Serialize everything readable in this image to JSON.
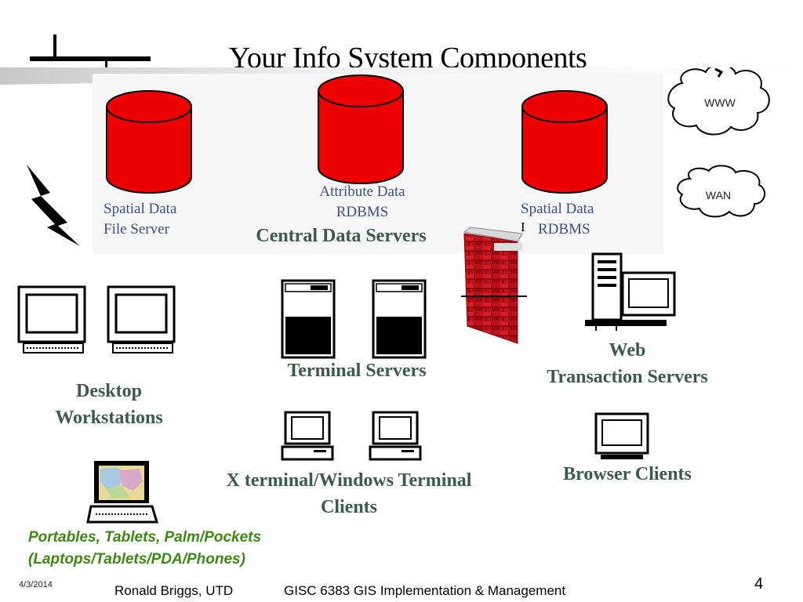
{
  "slide": {
    "title": "Your Info System  Components",
    "page_number": "4",
    "date": "4/3/2014",
    "author": "Ronald Briggs, UTD",
    "course": "GISC 6383 GIS Implementation & Management"
  },
  "diagram": {
    "databases": [
      {
        "label_line1": "Spatial Data",
        "label_line2": "File Server",
        "color": "#ee0000"
      },
      {
        "label_line1": "Attribute Data",
        "label_line2": "RDBMS",
        "color": "#ee0000"
      },
      {
        "label_line1": "Spatial Data",
        "label_line2": "RDBMS",
        "color": "#ee0000"
      }
    ],
    "rdbms_fragment": "I",
    "central_servers_label": "Central Data Servers",
    "terminal_servers_label": "Terminal Servers",
    "desktop_label_line1": "Desktop",
    "desktop_label_line2": "Workstations",
    "web_label_line1": "Web",
    "web_label_line2": "Transaction Servers",
    "xterm_label_line1": "X terminal/Windows Terminal",
    "xterm_label_line2": "Clients",
    "browser_label": "Browser Clients",
    "portables_line1": "Portables, Tablets, Palm/Pockets",
    "portables_line2": "(Laptops/Tablets/PDA/Phones)",
    "clouds": [
      {
        "label": "WWW"
      },
      {
        "label": "WAN"
      }
    ],
    "icons": [
      "lightning-bolt-icon",
      "firewall-brick-wall-icon",
      "laptop-map-icon"
    ],
    "colors": {
      "label_blue": "#3a4f86",
      "label_green": "#3c5a4c",
      "portables_green": "#3a8a12",
      "firewall_red": "#c0101a"
    }
  }
}
